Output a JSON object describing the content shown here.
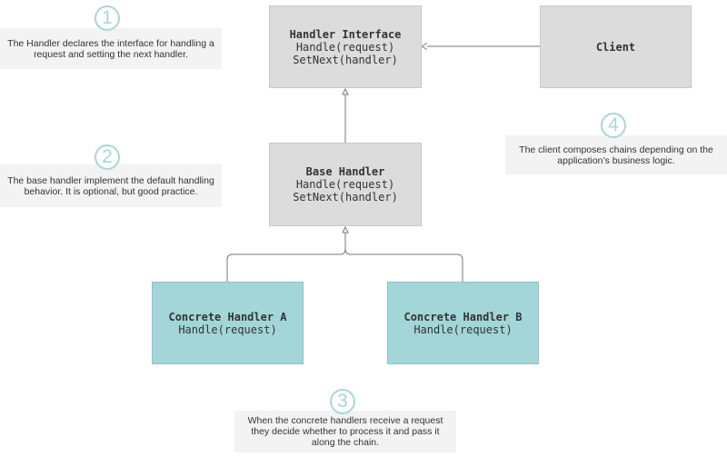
{
  "colors": {
    "gray_box": "#dcdcdc",
    "teal_box": "#a3d6d9",
    "note_bg": "#f3f3f3",
    "badge": "#a9d6da",
    "line": "#777777"
  },
  "boxes": {
    "handler_interface": {
      "title": "Handler Interface",
      "lines": [
        "Handle(request)",
        "SetNext(handler)"
      ]
    },
    "client": {
      "title": "Client"
    },
    "base_handler": {
      "title": "Base Handler",
      "lines": [
        "Handle(request)",
        "SetNext(handler)"
      ]
    },
    "concrete_a": {
      "title": "Concrete Handler A",
      "lines": [
        "Handle(request)"
      ]
    },
    "concrete_b": {
      "title": "Concrete Handler B",
      "lines": [
        "Handle(request)"
      ]
    }
  },
  "notes": [
    {
      "number": "1",
      "text": "The Handler declares the interface for handling a request and setting the next handler."
    },
    {
      "number": "2",
      "text": "The base handler implement the default handling behavior. It is optional, but good practice."
    },
    {
      "number": "3",
      "text": "When the concrete handlers receive a request they decide whether to process it and pass it along the chain."
    },
    {
      "number": "4",
      "text": "The client composes chains depending on the application’s business logic."
    }
  ]
}
